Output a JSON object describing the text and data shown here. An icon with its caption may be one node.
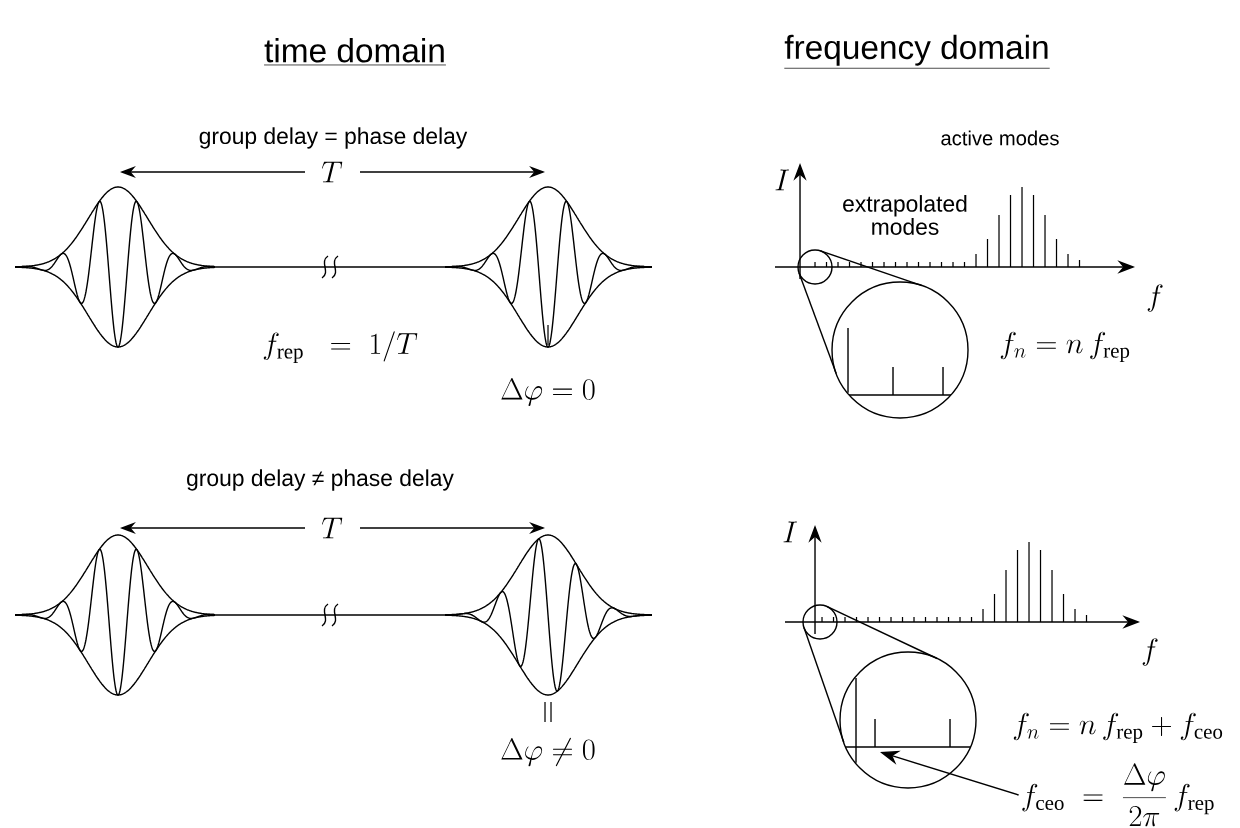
{
  "diagram": {
    "nodes": [
      {
        "text": [],
        "shape": "circle"
      },
      {
        "text": [],
        "shape": "circle"
      },
      {
        "text": [
          "f_{\\mathrm{ceo}} \\;=\\; \\frac{\\Delta\\varphi}{2\\pi}\\, f_{\\mathrm{rep}}"
        ]
      }
    ],
    "edges": [
      {
        "from": 2,
        "to": 1,
        "arrow": "to"
      }
    ],
    "labels": [
      "time domain",
      "frequency domain",
      "group delay = phase delay",
      "active modes",
      "T",
      "I",
      "extrapolated modes",
      "f",
      "f_{\\mathrm{rep}} \\;\\;=\\; 1/T",
      "f_n = n\\, f_{\\mathrm{rep}}",
      "\\Delta\\varphi = 0",
      "group delay ≠ phase delay",
      "T",
      "I",
      "f",
      "f_n = n\\, f_{\\mathrm{rep}} + f_{\\mathrm{ceo}}",
      "\\Delta\\varphi \\neq 0"
    ]
  }
}
